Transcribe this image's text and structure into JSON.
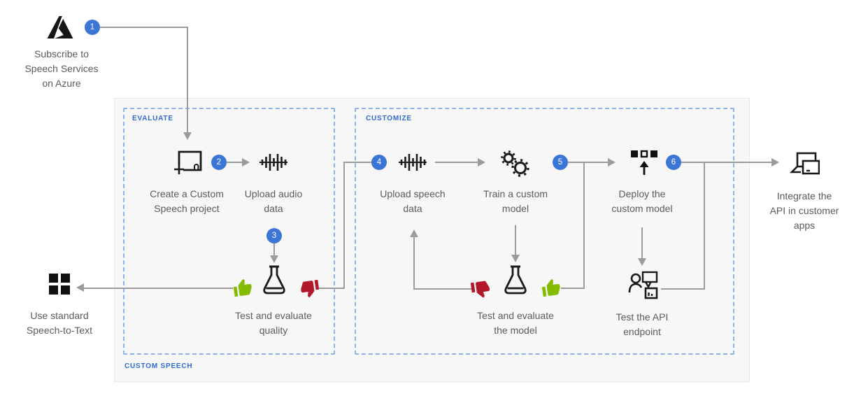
{
  "diagram": {
    "region_labels": {
      "evaluate": "EVALUATE",
      "customize": "CUSTOMIZE",
      "custom_speech": "CUSTOM SPEECH"
    },
    "steps": [
      "1",
      "2",
      "3",
      "4",
      "5",
      "6"
    ],
    "nodes": {
      "subscribe": "Subscribe to\nSpeech Services\non Azure",
      "create_project": "Create a Custom\nSpeech project",
      "upload_audio": "Upload audio\ndata",
      "test_quality": "Test and evaluate\nquality",
      "use_standard": "Use standard\nSpeech-to-Text",
      "upload_speech": "Upload speech\ndata",
      "train_model": "Train a custom\nmodel",
      "test_model": "Test and evaluate\nthe model",
      "deploy_model": "Deploy the\ncustom model",
      "test_api": "Test the API\nendpoint",
      "integrate": "Integrate the\nAPI in customer\napps"
    },
    "icons": [
      "azure-logo",
      "new-project-icon",
      "waveform-icon",
      "flask-icon",
      "grid-icon",
      "gears-icon",
      "deploy-icon",
      "user-chat-icon",
      "devices-icon",
      "thumbs-up-icon",
      "thumbs-down-icon"
    ],
    "colors": {
      "step_circle": "#3B76D6",
      "group_label_blue": "#2E6BD3",
      "dashed_border": "#8FB2E8",
      "connector_gray": "#9B9B9B",
      "thumbs_up_green": "#84BD00",
      "thumbs_down_red": "#B21829",
      "node_text": "#5B5B5B",
      "container_bg": "#F7F7F7",
      "icon_black": "#1A1A1A"
    }
  }
}
